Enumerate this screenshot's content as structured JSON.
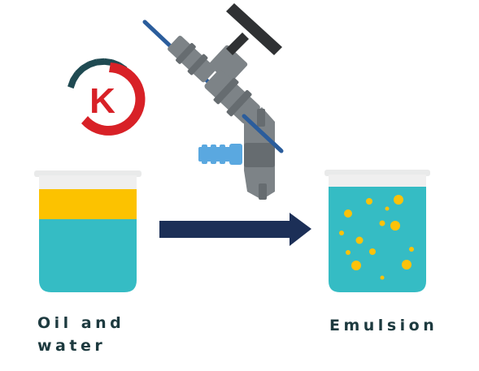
{
  "labels": {
    "left_line1": "Oil and",
    "left_line2": "water",
    "right": "Emulsion"
  },
  "logo": {
    "letter": "K",
    "icon": "k-logo-icon"
  },
  "icons": {
    "valve": "needle-valve-icon",
    "arrow": "right-arrow-icon"
  },
  "colors": {
    "water": "#35bcc4",
    "oil": "#fcc200",
    "bubble": "#fcc20a",
    "arrow": "#1c2f57",
    "valve_body": "#7d8387",
    "valve_stem": "#2b5d9c",
    "hose_barb": "#5aa8e0",
    "handle": "#2f3133",
    "logo_red": "#d82127",
    "logo_dark": "#1f4a52",
    "label_text": "#1d3a3f"
  }
}
